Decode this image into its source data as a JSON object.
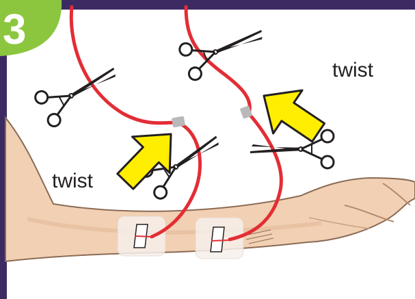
{
  "step": {
    "number": "3"
  },
  "labels": {
    "twist_left": "twist",
    "twist_right": "twist"
  },
  "colors": {
    "frame": "#3c2a63",
    "badge": "#8cc63f",
    "tubing": "#e32d35",
    "connector": "#b9b9bb",
    "arrow_fill": "#ffee00",
    "skin": "#f2d0b3",
    "skin_shadow": "#e2b797",
    "dressing": "#f3ece8"
  },
  "icons": {
    "clamp": "hemostat-clamp-icon",
    "arrow": "arrow-icon"
  }
}
